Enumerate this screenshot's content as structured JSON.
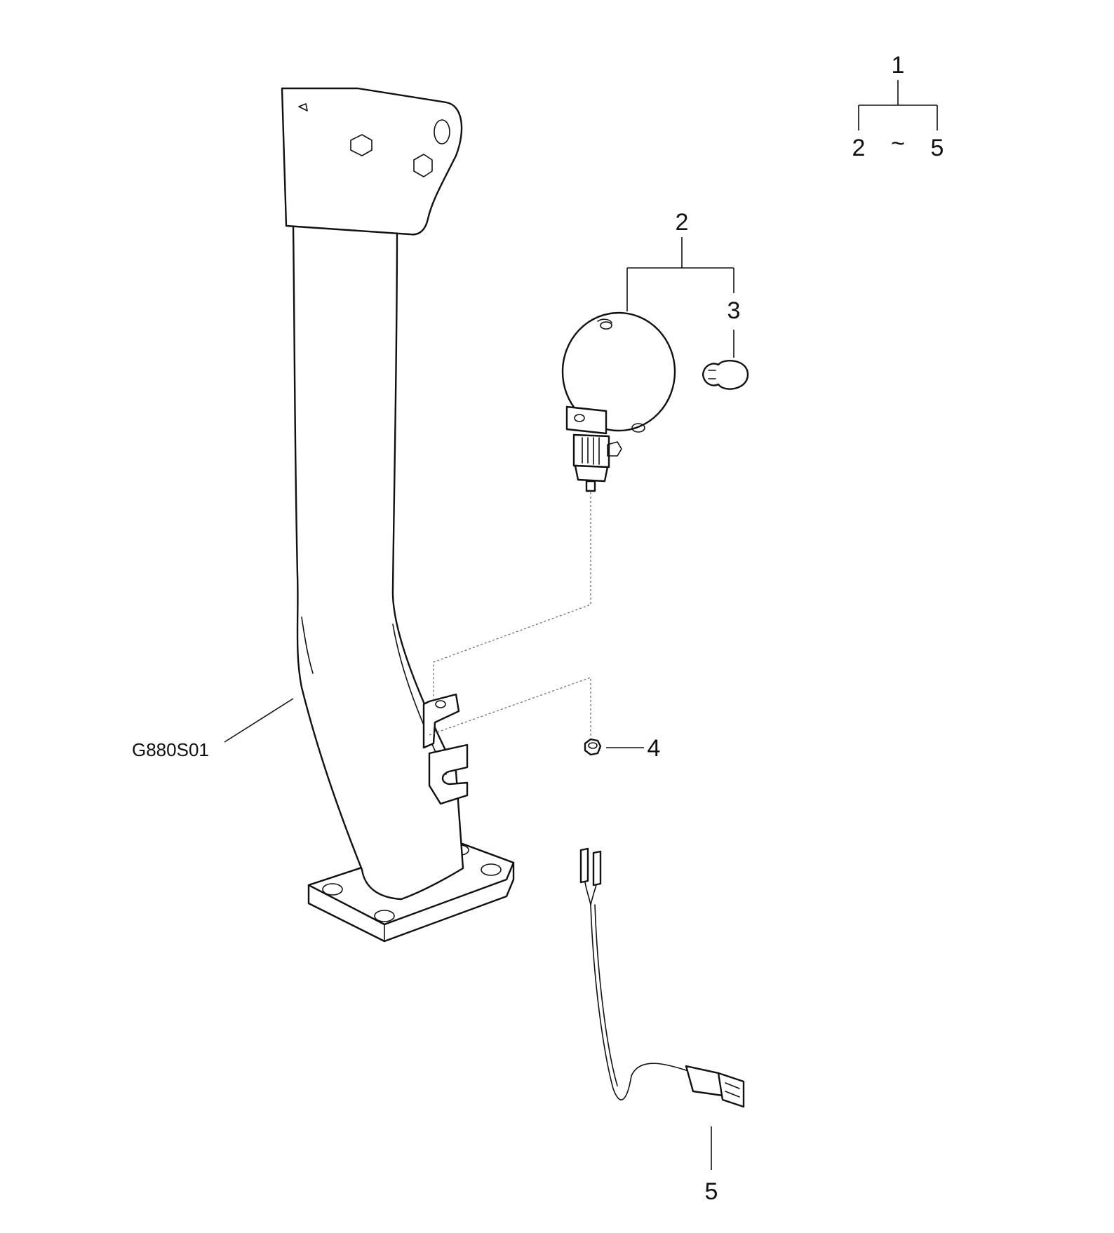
{
  "callouts": {
    "assembly": "1",
    "range_start": "2",
    "range_sep": "~",
    "range_end": "5",
    "lamp": "2",
    "bulb": "3",
    "nut": "4",
    "harness": "5"
  },
  "part_code": "G880S01",
  "colors": {
    "line": "#111111",
    "background": "#ffffff",
    "phantom_line": "#666666"
  }
}
